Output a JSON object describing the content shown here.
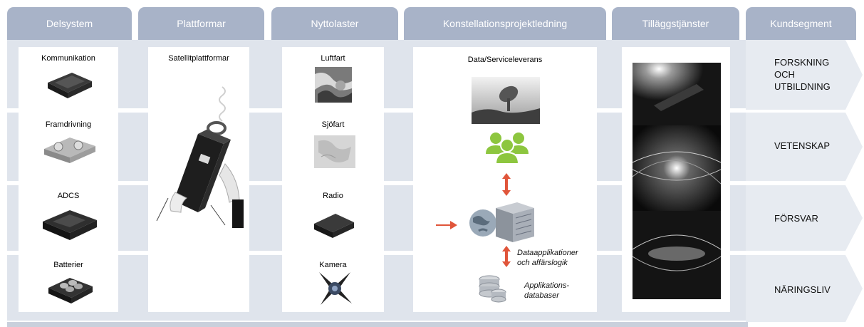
{
  "columns": {
    "delsystem": "Delsystem",
    "plattformar": "Plattformar",
    "nyttolaster": "Nyttolaster",
    "konstellation": "Konstellationsprojektledning",
    "tillagg": "Tilläggstjänster",
    "kundsegment": "Kundsegment"
  },
  "delsystem": {
    "kommunikation": "Kommunikation",
    "framdrivning": "Framdrivning",
    "adcs": "ADCS",
    "batterier": "Batterier"
  },
  "plattformar": {
    "label": "Satellitplattformar"
  },
  "nyttolaster": {
    "luftfart": "Luftfart",
    "sjofart": "Sjöfart",
    "radio": "Radio",
    "kamera": "Kamera"
  },
  "konstellation": {
    "data": "Data/Serviceleverans",
    "app_line1": "Dataapplikationer",
    "app_line2": "och affärslogik",
    "db_line1": "Applikations-",
    "db_line2": "databaser"
  },
  "kundsegment": {
    "forskning_1": "FORSKNING",
    "forskning_2": "OCH",
    "forskning_3": "UTBILDNING",
    "vetenskap": "VETENSKAP",
    "forsvar": "FÖRSVAR",
    "naringsliv": "NÄRINGSLIV"
  },
  "colors": {
    "header": "#a8b3c8",
    "band": "#dfe4ec",
    "people": "#8dc63f",
    "arrow": "#e0553a"
  }
}
